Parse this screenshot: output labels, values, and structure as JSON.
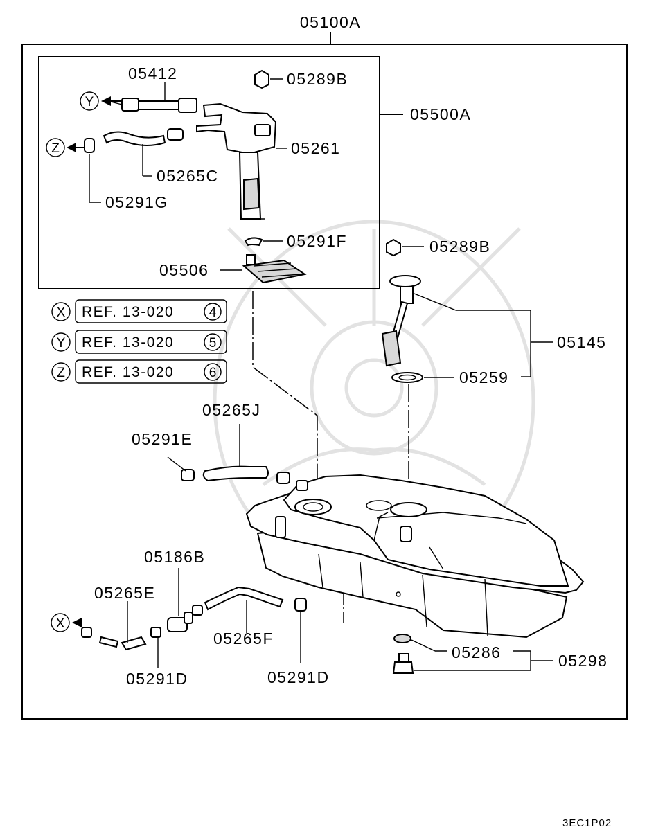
{
  "diagram": {
    "labels": {
      "main_assembly": "05100A",
      "pump_assembly": "05500A",
      "pipe": "05412",
      "nut_top": "05289B",
      "pump_module": "05261",
      "hose_c": "05265C",
      "clamp_g": "05291G",
      "clip_f": "05291F",
      "filter": "05506",
      "nut_right": "05289B",
      "gauge_unit": "05145",
      "gasket": "05259",
      "hose_j": "05265J",
      "clamp_e": "05291E",
      "valve": "05186B",
      "hose_e": "05265E",
      "hose_f": "05265F",
      "clamp_d_left": "05291D",
      "clamp_d_mid": "05291D",
      "washer": "05286",
      "plug_set": "05298",
      "diagram_code": "3EC1P02"
    },
    "refs": [
      {
        "marker": "X",
        "text": "REF. 13-020",
        "num": "4"
      },
      {
        "marker": "Y",
        "text": "REF. 13-020",
        "num": "5"
      },
      {
        "marker": "Z",
        "text": "REF. 13-020",
        "num": "6"
      }
    ],
    "connectors": {
      "y": "Y",
      "z": "Z",
      "x": "X"
    }
  }
}
